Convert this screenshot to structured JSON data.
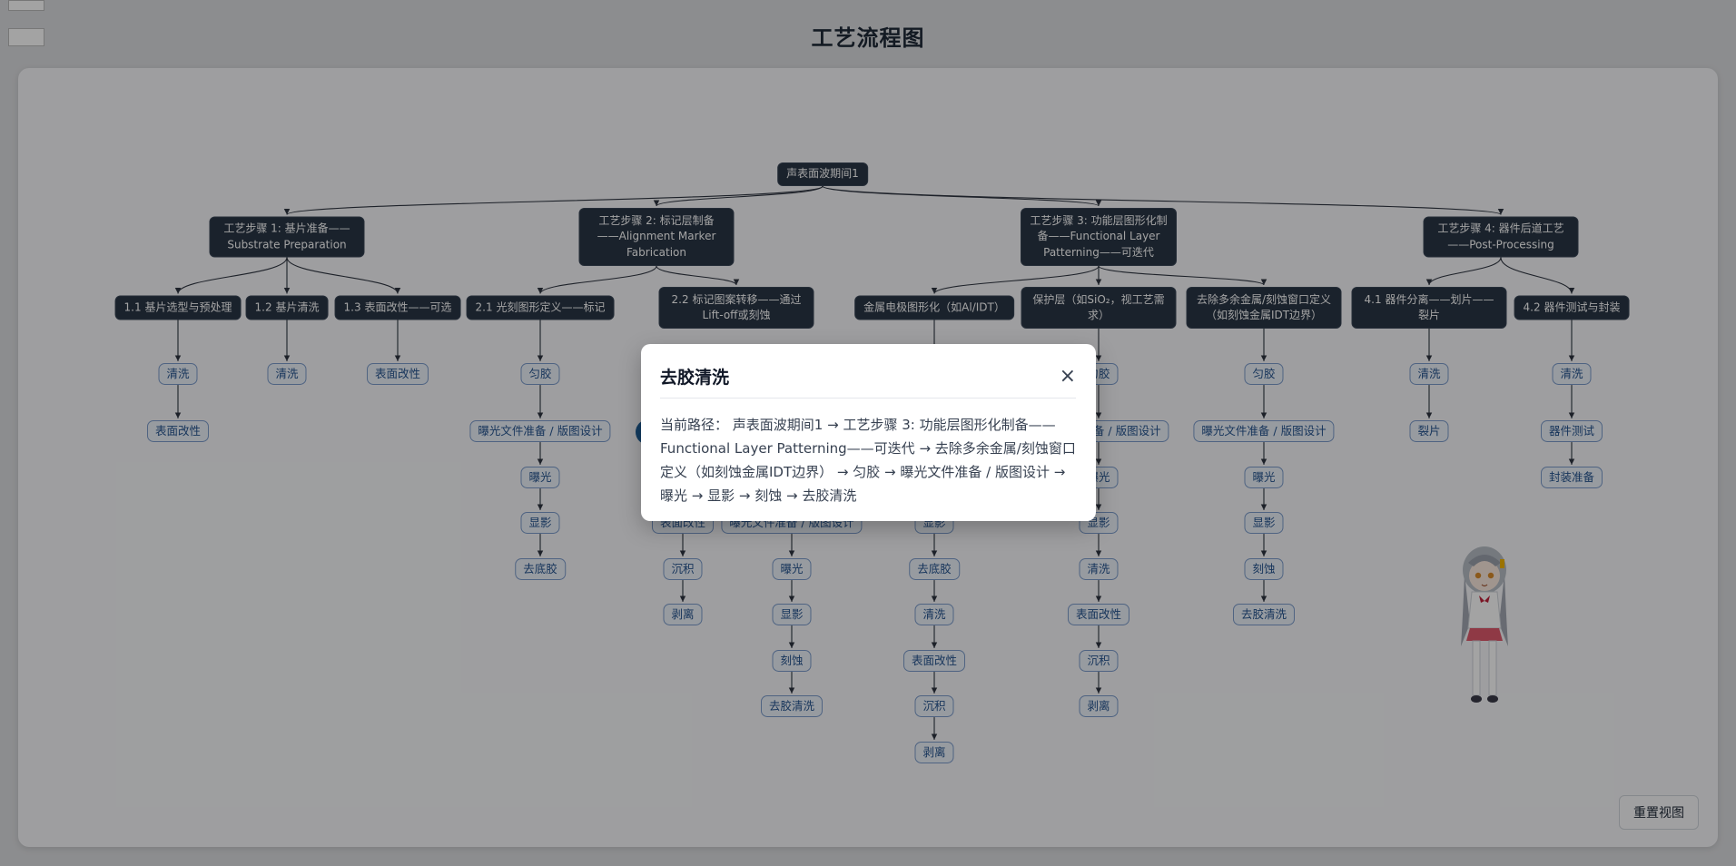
{
  "title": "工艺流程图",
  "root": "声表面波期间1",
  "steps": [
    {
      "label": "工艺步骤 1: 基片准备——Substrate Preparation"
    },
    {
      "label": "工艺步骤 2: 标记层制备——Alignment Marker Fabrication"
    },
    {
      "label": "工艺步骤 3: 功能层图形化制备——Functional Layer Patterning——可迭代"
    },
    {
      "label": "工艺步骤 4: 器件后道工艺——Post-Processing"
    }
  ],
  "substeps": [
    {
      "label": "1.1 基片选型与预处理",
      "ops": [
        "清洗",
        "表面改性"
      ]
    },
    {
      "label": "1.2 基片清洗",
      "ops": [
        "清洗"
      ]
    },
    {
      "label": "1.3 表面改性——可选",
      "ops": [
        "表面改性"
      ]
    },
    {
      "label": "2.1 光刻图形定义——标记",
      "ops": [
        "匀胶",
        "曝光文件准备 / 版图设计",
        "曝光",
        "显影",
        "去底胶"
      ]
    },
    {
      "label": "2.2 标记图案转移——通过Lift-off或刻蚀",
      "ops": []
    },
    {
      "label": "金属电极图形化（如Al/IDT）",
      "ops": [
        "显影",
        "去底胶",
        "清洗",
        "表面改性",
        "沉积",
        "剥离"
      ]
    },
    {
      "label": "保护层（如SiO₂，视工艺需求）",
      "ops": [
        "匀胶",
        "曝光文件准备 / 版图设计",
        "曝光",
        "显影",
        "清洗",
        "表面改性",
        "沉积",
        "剥离"
      ]
    },
    {
      "label": "去除多余金属/刻蚀窗口定义（如刻蚀金属IDT边界）",
      "ops": [
        "匀胶",
        "曝光文件准备 / 版图设计",
        "曝光",
        "显影",
        "刻蚀",
        "去胶清洗"
      ]
    },
    {
      "label": "4.1 器件分离——划片——裂片",
      "ops": [
        "清洗",
        "裂片"
      ]
    },
    {
      "label": "4.2 器件测试与封装",
      "ops": [
        "清洗",
        "器件测试",
        "封装准备"
      ]
    }
  ],
  "branches_22": {
    "left": [
      "表面改性",
      "沉积",
      "剥离"
    ],
    "right": [
      "曝光文件准备 / 版图设计",
      "曝光",
      "显影",
      "刻蚀",
      "去胶清洗"
    ]
  },
  "modal": {
    "title": "去胶清洗",
    "close": "×",
    "path_label": "当前路径：",
    "path": "声表面波期间1 → 工艺步骤 3: 功能层图形化制备——Functional Layer Patterning——可迭代 → 去除多余金属/刻蚀窗口定义（如刻蚀金属IDT边界） → 匀胶 → 曝光文件准备 / 版图设计 → 曝光 → 显影 → 刻蚀 → 去胶清洗"
  },
  "reset_label": "重置视图",
  "icons": {
    "close": "close-icon",
    "mascot": "mascot-image"
  },
  "colors": {
    "dark_node": "#2a3646",
    "light_node": "#edf3fb",
    "light_border": "#7c9ccc",
    "light_text": "#24538f",
    "accent": "#1e5f98"
  }
}
